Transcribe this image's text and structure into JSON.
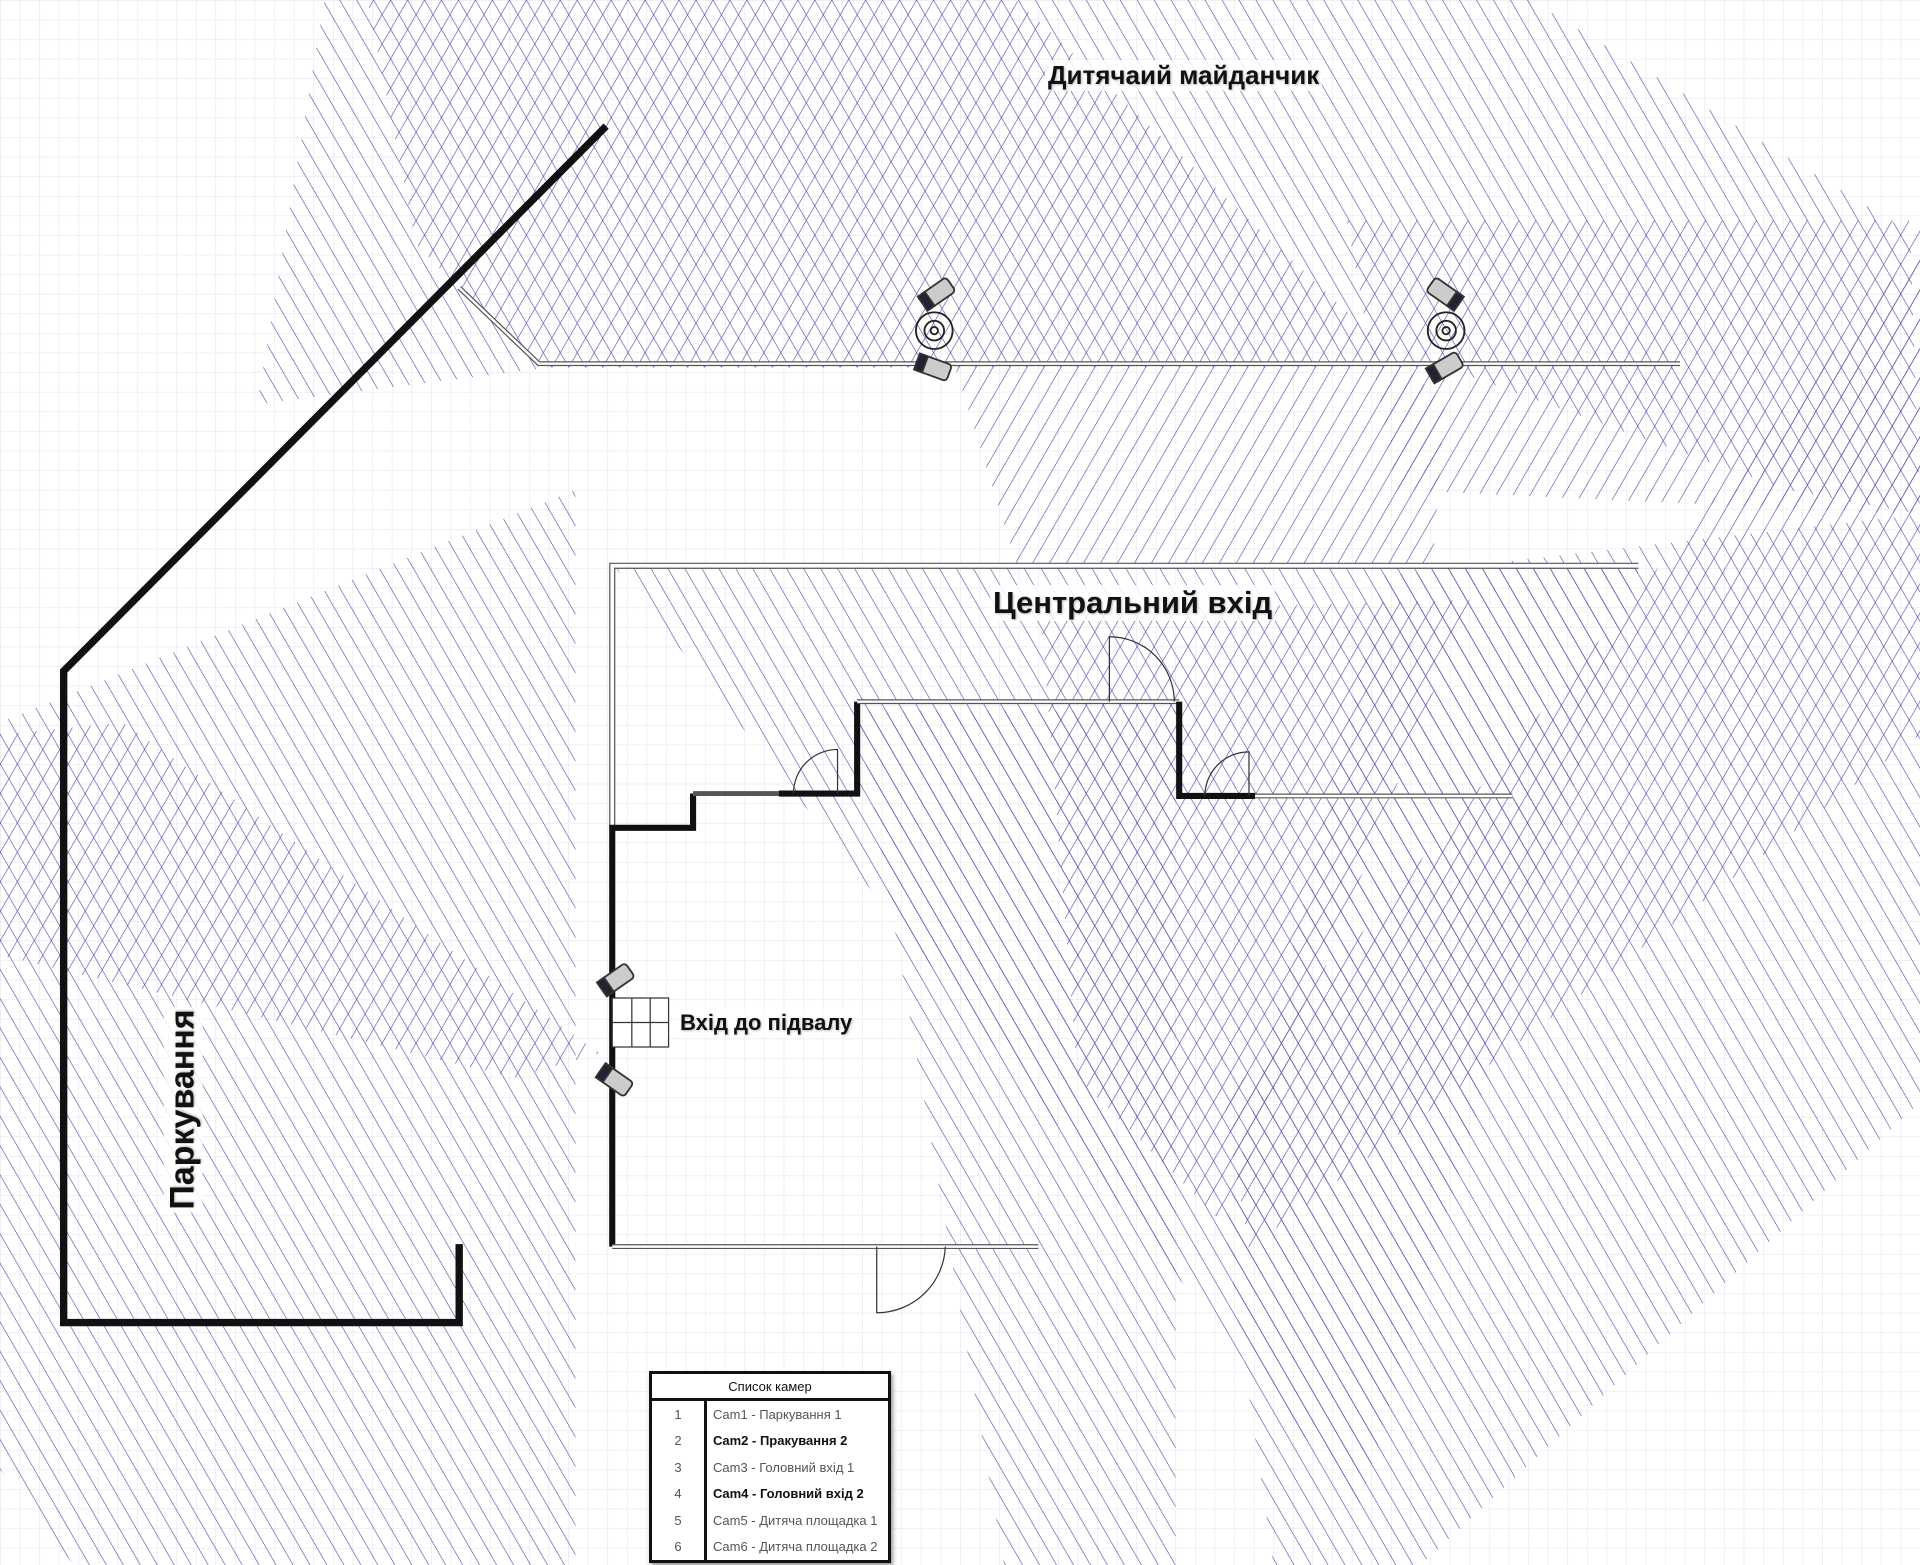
{
  "labels": {
    "playground": "Дитячаий майданчик",
    "central_entrance": "Центральний вхід",
    "basement_entrance": "Вхід до підвалу",
    "parking": "Паркування"
  },
  "camera_table": {
    "title": "Список камер",
    "rows": [
      {
        "num": "1",
        "name": "Cam1 - Паркування 1",
        "bold": false
      },
      {
        "num": "2",
        "name": "Cam2 - Пракування 2",
        "bold": true
      },
      {
        "num": "3",
        "name": "Cam3 - Головний вхід 1",
        "bold": false
      },
      {
        "num": "4",
        "name": "Cam4 - Головний вхід 2",
        "bold": true
      },
      {
        "num": "5",
        "name": "Cam5 - Дитяча площадка 1",
        "bold": false
      },
      {
        "num": "6",
        "name": "Cam6 - Дитяча площадка 2",
        "bold": false
      }
    ]
  },
  "colors": {
    "coverage": "#3b3b9e",
    "wall": "#111111",
    "grid": "#e6e6ee"
  }
}
